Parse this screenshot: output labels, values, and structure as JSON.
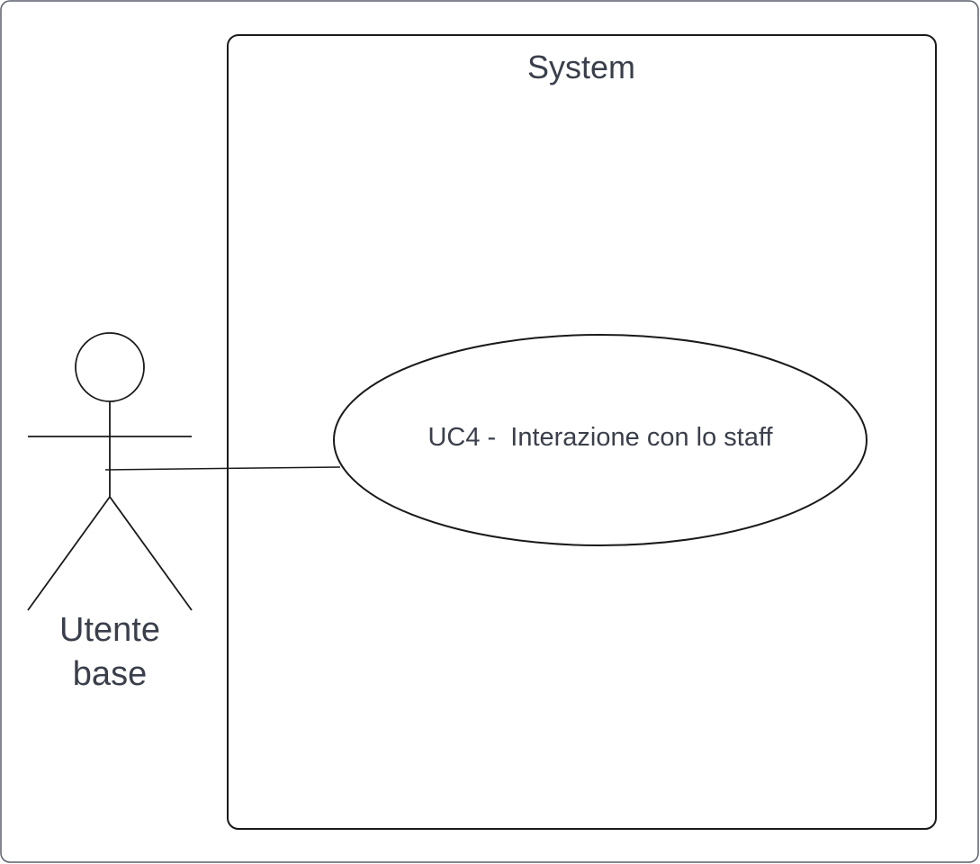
{
  "system": {
    "title": "System"
  },
  "actor": {
    "name_line1": "Utente",
    "name_line2": "base"
  },
  "use_case": {
    "label": "UC4 -  Interazione con lo staff"
  },
  "colors": {
    "stroke": "#1a1a1a",
    "text": "#3a3f4b",
    "frame": "#5a5f6b",
    "background": "#ffffff"
  }
}
